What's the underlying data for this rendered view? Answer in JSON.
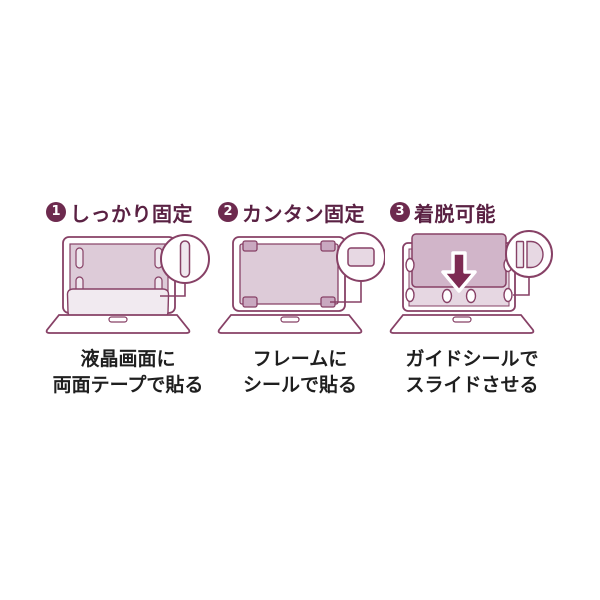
{
  "page": {
    "background_color": "#ffffff",
    "description": "Three attachment methods for a laptop LCD privacy filter"
  },
  "colors": {
    "outline": "#874166",
    "heading_text": "#5a2143",
    "badge_fill": "#6d2a4e",
    "caption_text": "#1f1f1f",
    "screen_fill": "#ddcbd8",
    "filter_fill": "#d1b5c9",
    "light_fill": "#efe7ee",
    "corner_tab_fill": "#c9a8c0",
    "arrow_fill": "#7d2a52"
  },
  "steps": [
    {
      "number": "1",
      "title": "しっかり固定",
      "caption_line1": "液晶画面に",
      "caption_line2": "両面テープで貼る",
      "illustration": "laptop-with-double-sided-tape",
      "magnifier_icon": "tape-strip-icon"
    },
    {
      "number": "2",
      "title": "カンタン固定",
      "caption_line1": "フレームに",
      "caption_line2": "シールで貼る",
      "illustration": "laptop-with-corner-seals",
      "magnifier_icon": "seal-icon"
    },
    {
      "number": "3",
      "title": "着脱可能",
      "caption_line1": "ガイドシールで",
      "caption_line2": "スライドさせる",
      "illustration": "laptop-with-slide-filter",
      "magnifier_icon": "guide-seal-icon"
    }
  ]
}
